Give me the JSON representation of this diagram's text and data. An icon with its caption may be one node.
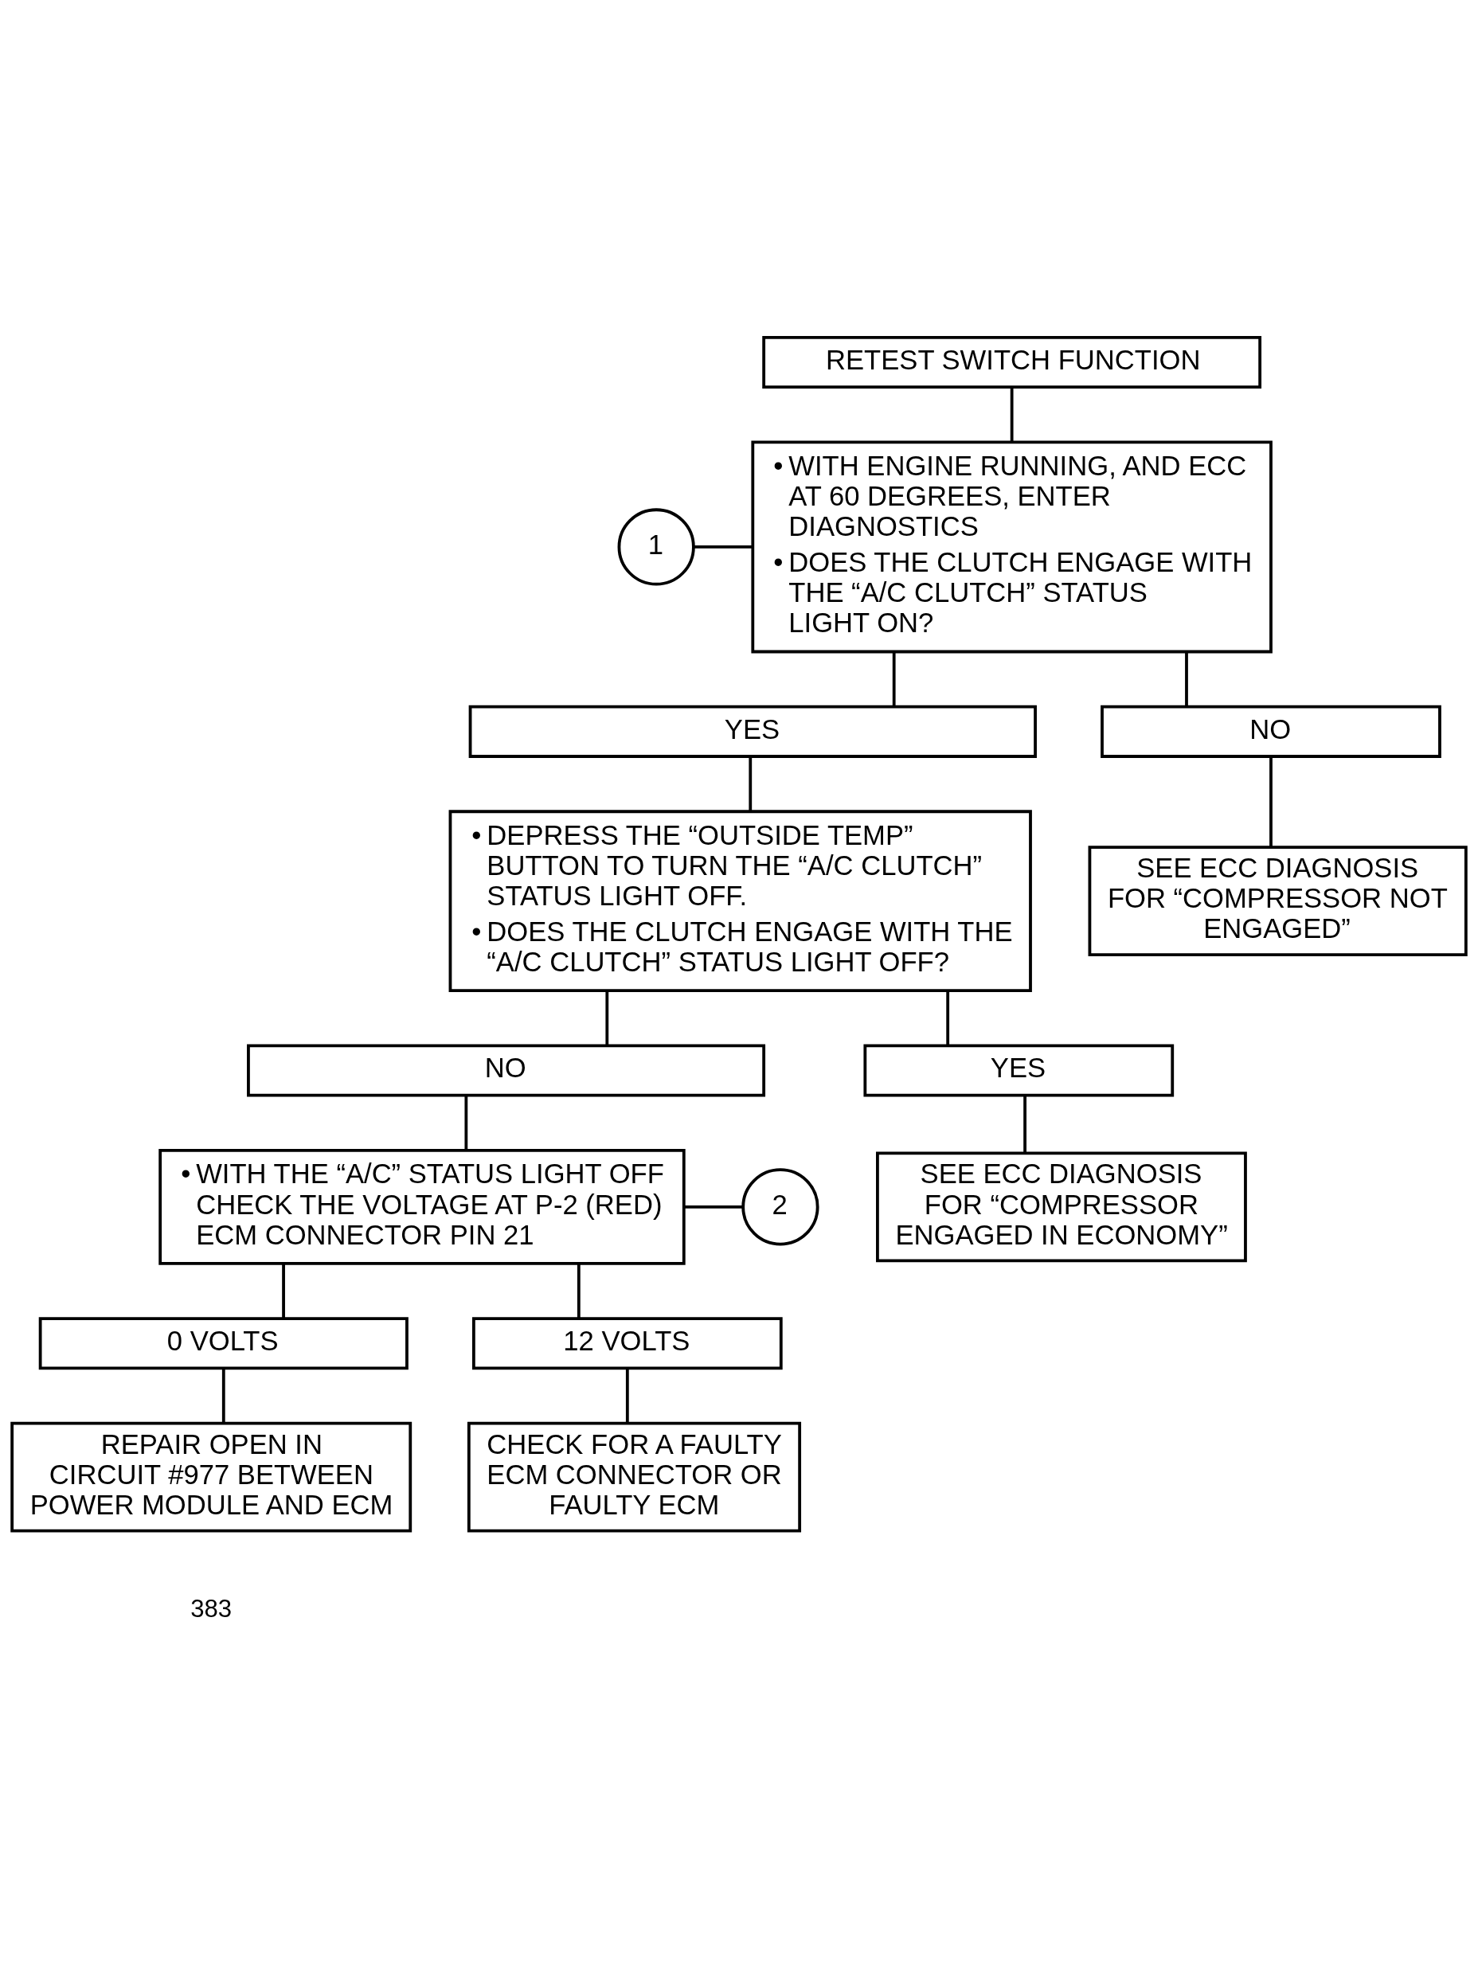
{
  "diagram": {
    "nodes": [
      {
        "text": [
          "RETEST SWITCH FUNCTION"
        ]
      },
      {
        "text": [
          "1"
        ]
      },
      {
        "text": [
          "• WITH ENGINE RUNNING, AND ECC AT 60 DEGREES, ENTER DIAGNOSTICS",
          "• DOES THE CLUTCH ENGAGE WITH THE “A/C CLUTCH” STATUS LIGHT ON?"
        ]
      },
      {
        "text": [
          "YES"
        ]
      },
      {
        "text": [
          "NO"
        ]
      },
      {
        "text": [
          "• DEPRESS THE “OUTSIDE TEMP” BUTTON TO TURN THE “A/C CLUTCH” STATUS LIGHT OFF.",
          "• DOES THE CLUTCH ENGAGE WITH THE “A/C CLUTCH” STATUS LIGHT OFF?"
        ]
      },
      {
        "text": [
          "SEE ECC DIAGNOSIS FOR “COMPRESSOR NOT ENGAGED”"
        ]
      },
      {
        "text": [
          "NO"
        ]
      },
      {
        "text": [
          "YES"
        ]
      },
      {
        "text": [
          "• WITH THE “A/C” STATUS LIGHT OFF CHECK THE VOLTAGE AT P-2 (RED) ECM CONNECTOR PIN 21"
        ]
      },
      {
        "text": [
          "2"
        ]
      },
      {
        "text": [
          "SEE ECC DIAGNOSIS FOR “COMPRESSOR ENGAGED IN ECONOMY”"
        ]
      },
      {
        "text": [
          "0 VOLTS"
        ]
      },
      {
        "text": [
          "12 VOLTS"
        ]
      },
      {
        "text": [
          "REPAIR OPEN IN CIRCUIT #977 BETWEEN POWER MODULE AND ECM"
        ]
      },
      {
        "text": [
          "CHECK FOR A FAULTY ECM CONNECTOR OR FAULTY ECM"
        ]
      }
    ],
    "edges": [
      {
        "from": 0,
        "to": 2,
        "arrow": "none"
      },
      {
        "from": 1,
        "to": 2,
        "arrow": "none"
      },
      {
        "from": 2,
        "to": 3,
        "arrow": "none"
      },
      {
        "from": 2,
        "to": 4,
        "arrow": "none"
      },
      {
        "from": 3,
        "to": 5,
        "arrow": "none"
      },
      {
        "from": 4,
        "to": 6,
        "arrow": "none"
      },
      {
        "from": 5,
        "to": 7,
        "arrow": "none"
      },
      {
        "from": 5,
        "to": 8,
        "arrow": "none"
      },
      {
        "from": 7,
        "to": 9,
        "arrow": "none"
      },
      {
        "from": 8,
        "to": 11,
        "arrow": "none"
      },
      {
        "from": 9,
        "to": 10,
        "arrow": "none"
      },
      {
        "from": 9,
        "to": 12,
        "arrow": "none"
      },
      {
        "from": 9,
        "to": 13,
        "arrow": "none"
      },
      {
        "from": 12,
        "to": 14,
        "arrow": "none"
      },
      {
        "from": 13,
        "to": 15,
        "arrow": "none"
      }
    ],
    "labels": [
      "383"
    ]
  }
}
